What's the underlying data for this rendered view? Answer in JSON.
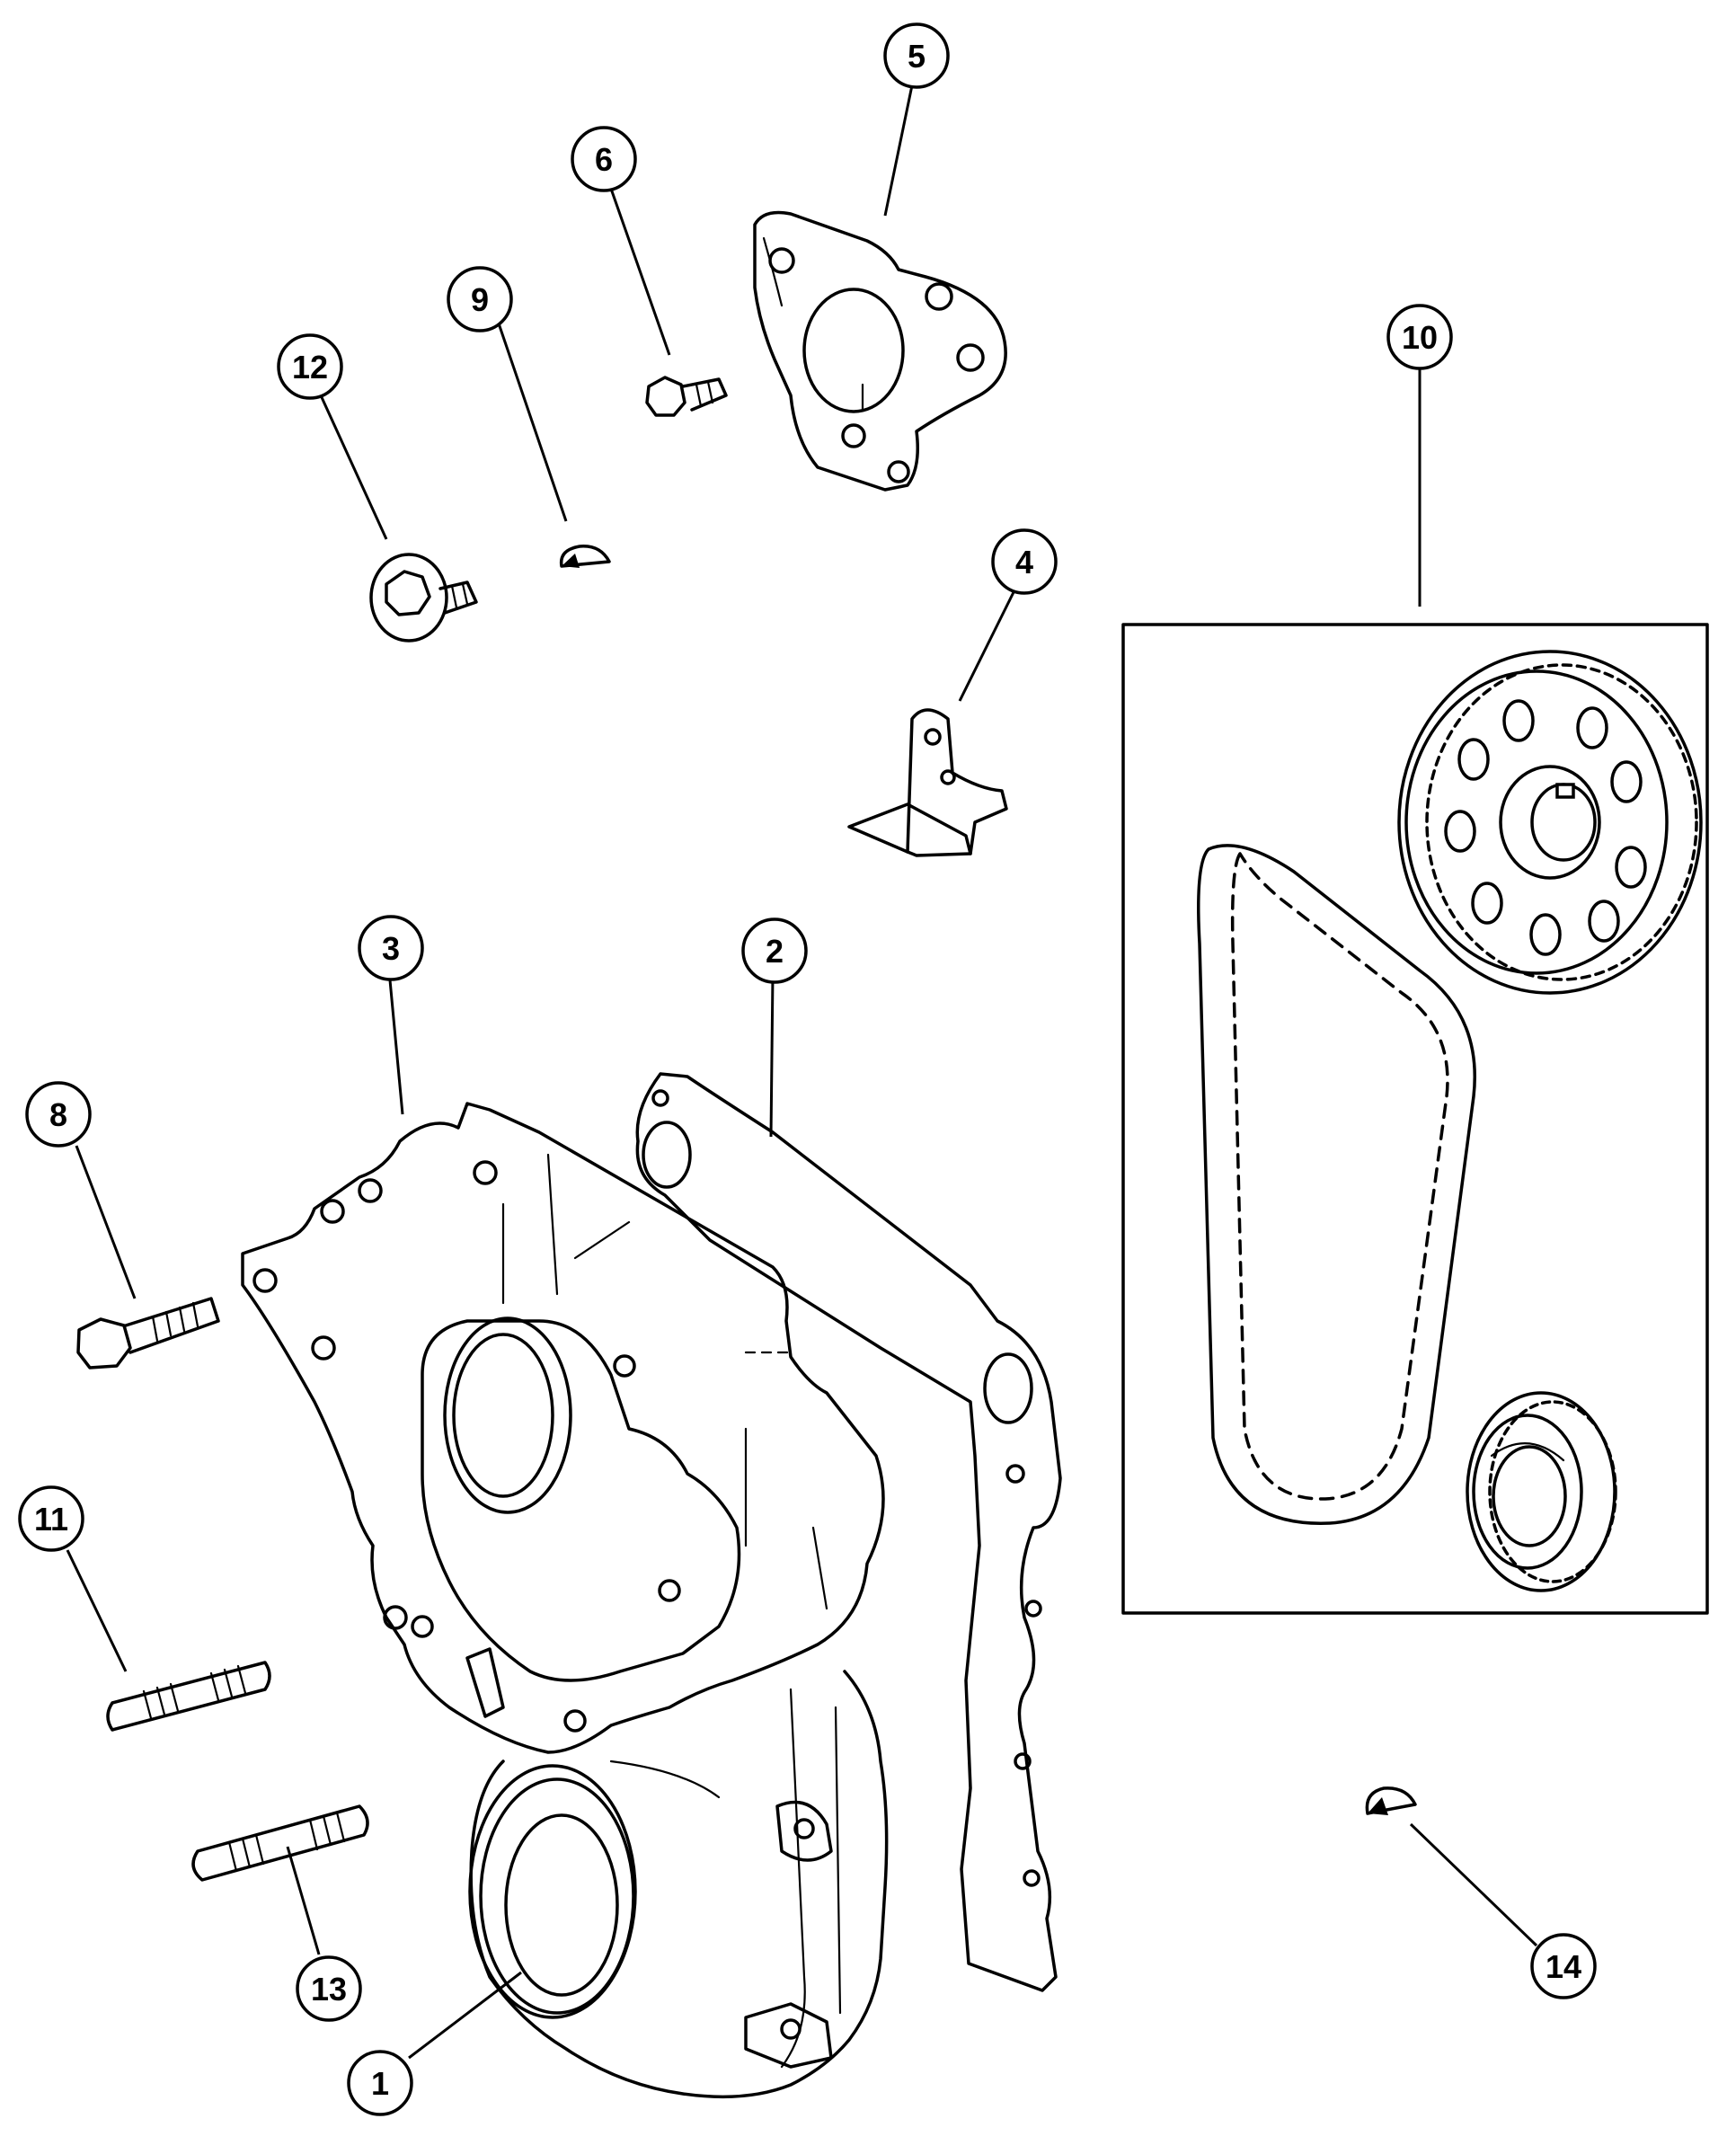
{
  "callouts": [
    {
      "id": "1"
    },
    {
      "id": "2"
    },
    {
      "id": "3"
    },
    {
      "id": "4"
    },
    {
      "id": "5"
    },
    {
      "id": "6"
    },
    {
      "id": "8"
    },
    {
      "id": "9"
    },
    {
      "id": "10"
    },
    {
      "id": "11"
    },
    {
      "id": "12"
    },
    {
      "id": "13"
    },
    {
      "id": "14"
    }
  ]
}
